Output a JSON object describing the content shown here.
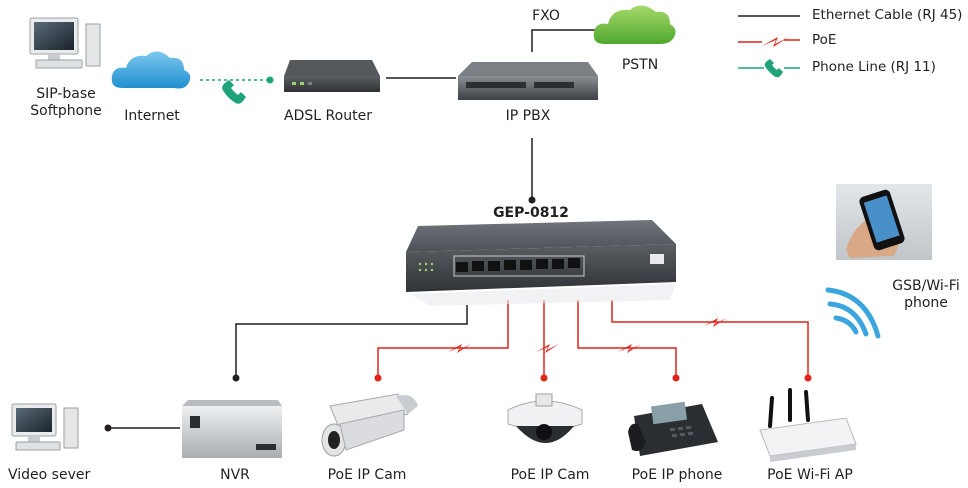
{
  "diagram": {
    "title": "GEP-0812 network application diagram",
    "nodes": {
      "softphone": {
        "label_line1": "SIP-base",
        "label_line2": "Softphone"
      },
      "internet": {
        "label": "Internet"
      },
      "adsl_router": {
        "label": "ADSL Router"
      },
      "ip_pbx": {
        "label": "IP PBX"
      },
      "fxo": {
        "label": "FXO"
      },
      "pstn": {
        "label": "PSTN"
      },
      "switch": {
        "label": "GEP-0812"
      },
      "mobile": {
        "label_line1": "GSB/Wi-Fi",
        "label_line2": "phone"
      },
      "video_server": {
        "label": "Video sever"
      },
      "nvr": {
        "label": "NVR"
      },
      "poe_cam_bullet": {
        "label": "PoE IP Cam"
      },
      "poe_cam_dome": {
        "label": "PoE IP Cam"
      },
      "poe_phone": {
        "label": "PoE IP phone"
      },
      "poe_ap": {
        "label": "PoE Wi-Fi AP"
      }
    },
    "legend": [
      {
        "type": "ethernet",
        "label": "Ethernet Cable (RJ 45)",
        "color": "#231f20"
      },
      {
        "type": "poe",
        "label": "PoE",
        "color": "#e2231a"
      },
      {
        "type": "phone",
        "label": "Phone Line (RJ 11)",
        "color": "#1fa37a"
      }
    ],
    "colors": {
      "ethernet": "#231f20",
      "poe": "#e2231a",
      "phone": "#1fa37a",
      "cloud": "#3aa6dd",
      "pstn_cloud": "#6cc04a",
      "wifi": "#3aa6dd"
    }
  }
}
